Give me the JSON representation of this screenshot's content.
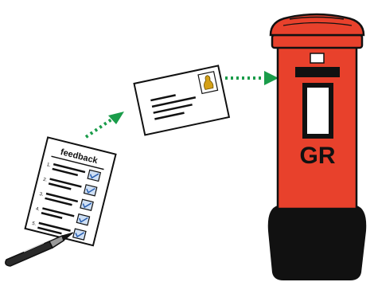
{
  "form": {
    "title": "feedback",
    "numbers": [
      "1.",
      "2.",
      "3.",
      "4.",
      "5."
    ]
  },
  "postbox": {
    "cipher": "GR"
  },
  "colors": {
    "postbox_red": "#e8412c",
    "postbox_base": "#111111",
    "arrow_green": "#1a9c4a",
    "stamp_gold": "#d4a017",
    "form_check_blue": "#5a8fd6"
  },
  "icons": {
    "form": "feedback-form-icon",
    "pen": "pen-icon",
    "envelope": "envelope-icon",
    "stamp": "stamp-icon",
    "postbox": "postbox-icon",
    "arrows": [
      "arrow-right-icon",
      "arrow-right-icon"
    ]
  }
}
